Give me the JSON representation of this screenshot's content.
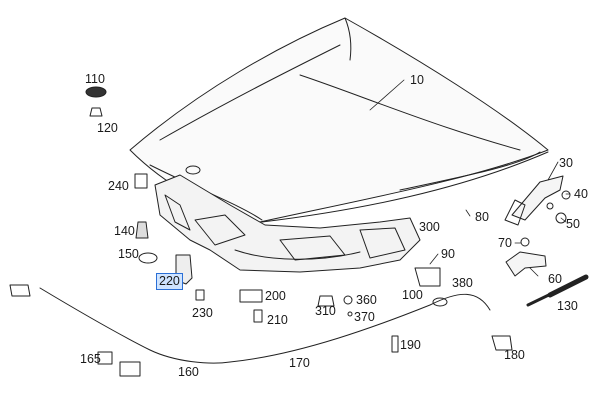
{
  "labels": {
    "l10": "10",
    "l30": "30",
    "l40": "40",
    "l50": "50",
    "l60": "60",
    "l70": "70",
    "l80": "80",
    "l90": "90",
    "l100": "100",
    "l110": "110",
    "l120": "120",
    "l130": "130",
    "l140": "140",
    "l150": "150",
    "l160": "160",
    "l165": "165",
    "l170": "170",
    "l180": "180",
    "l190": "190",
    "l200": "200",
    "l210": "210",
    "l220": "220",
    "l230": "230",
    "l240": "240",
    "l300": "300",
    "l310": "310",
    "l360": "360",
    "l370": "370",
    "l380": "380"
  },
  "highlighted_part": "220",
  "colors": {
    "line": "#222222",
    "highlight_border": "#2a6fd6",
    "highlight_fill": "#cfe4ff"
  }
}
